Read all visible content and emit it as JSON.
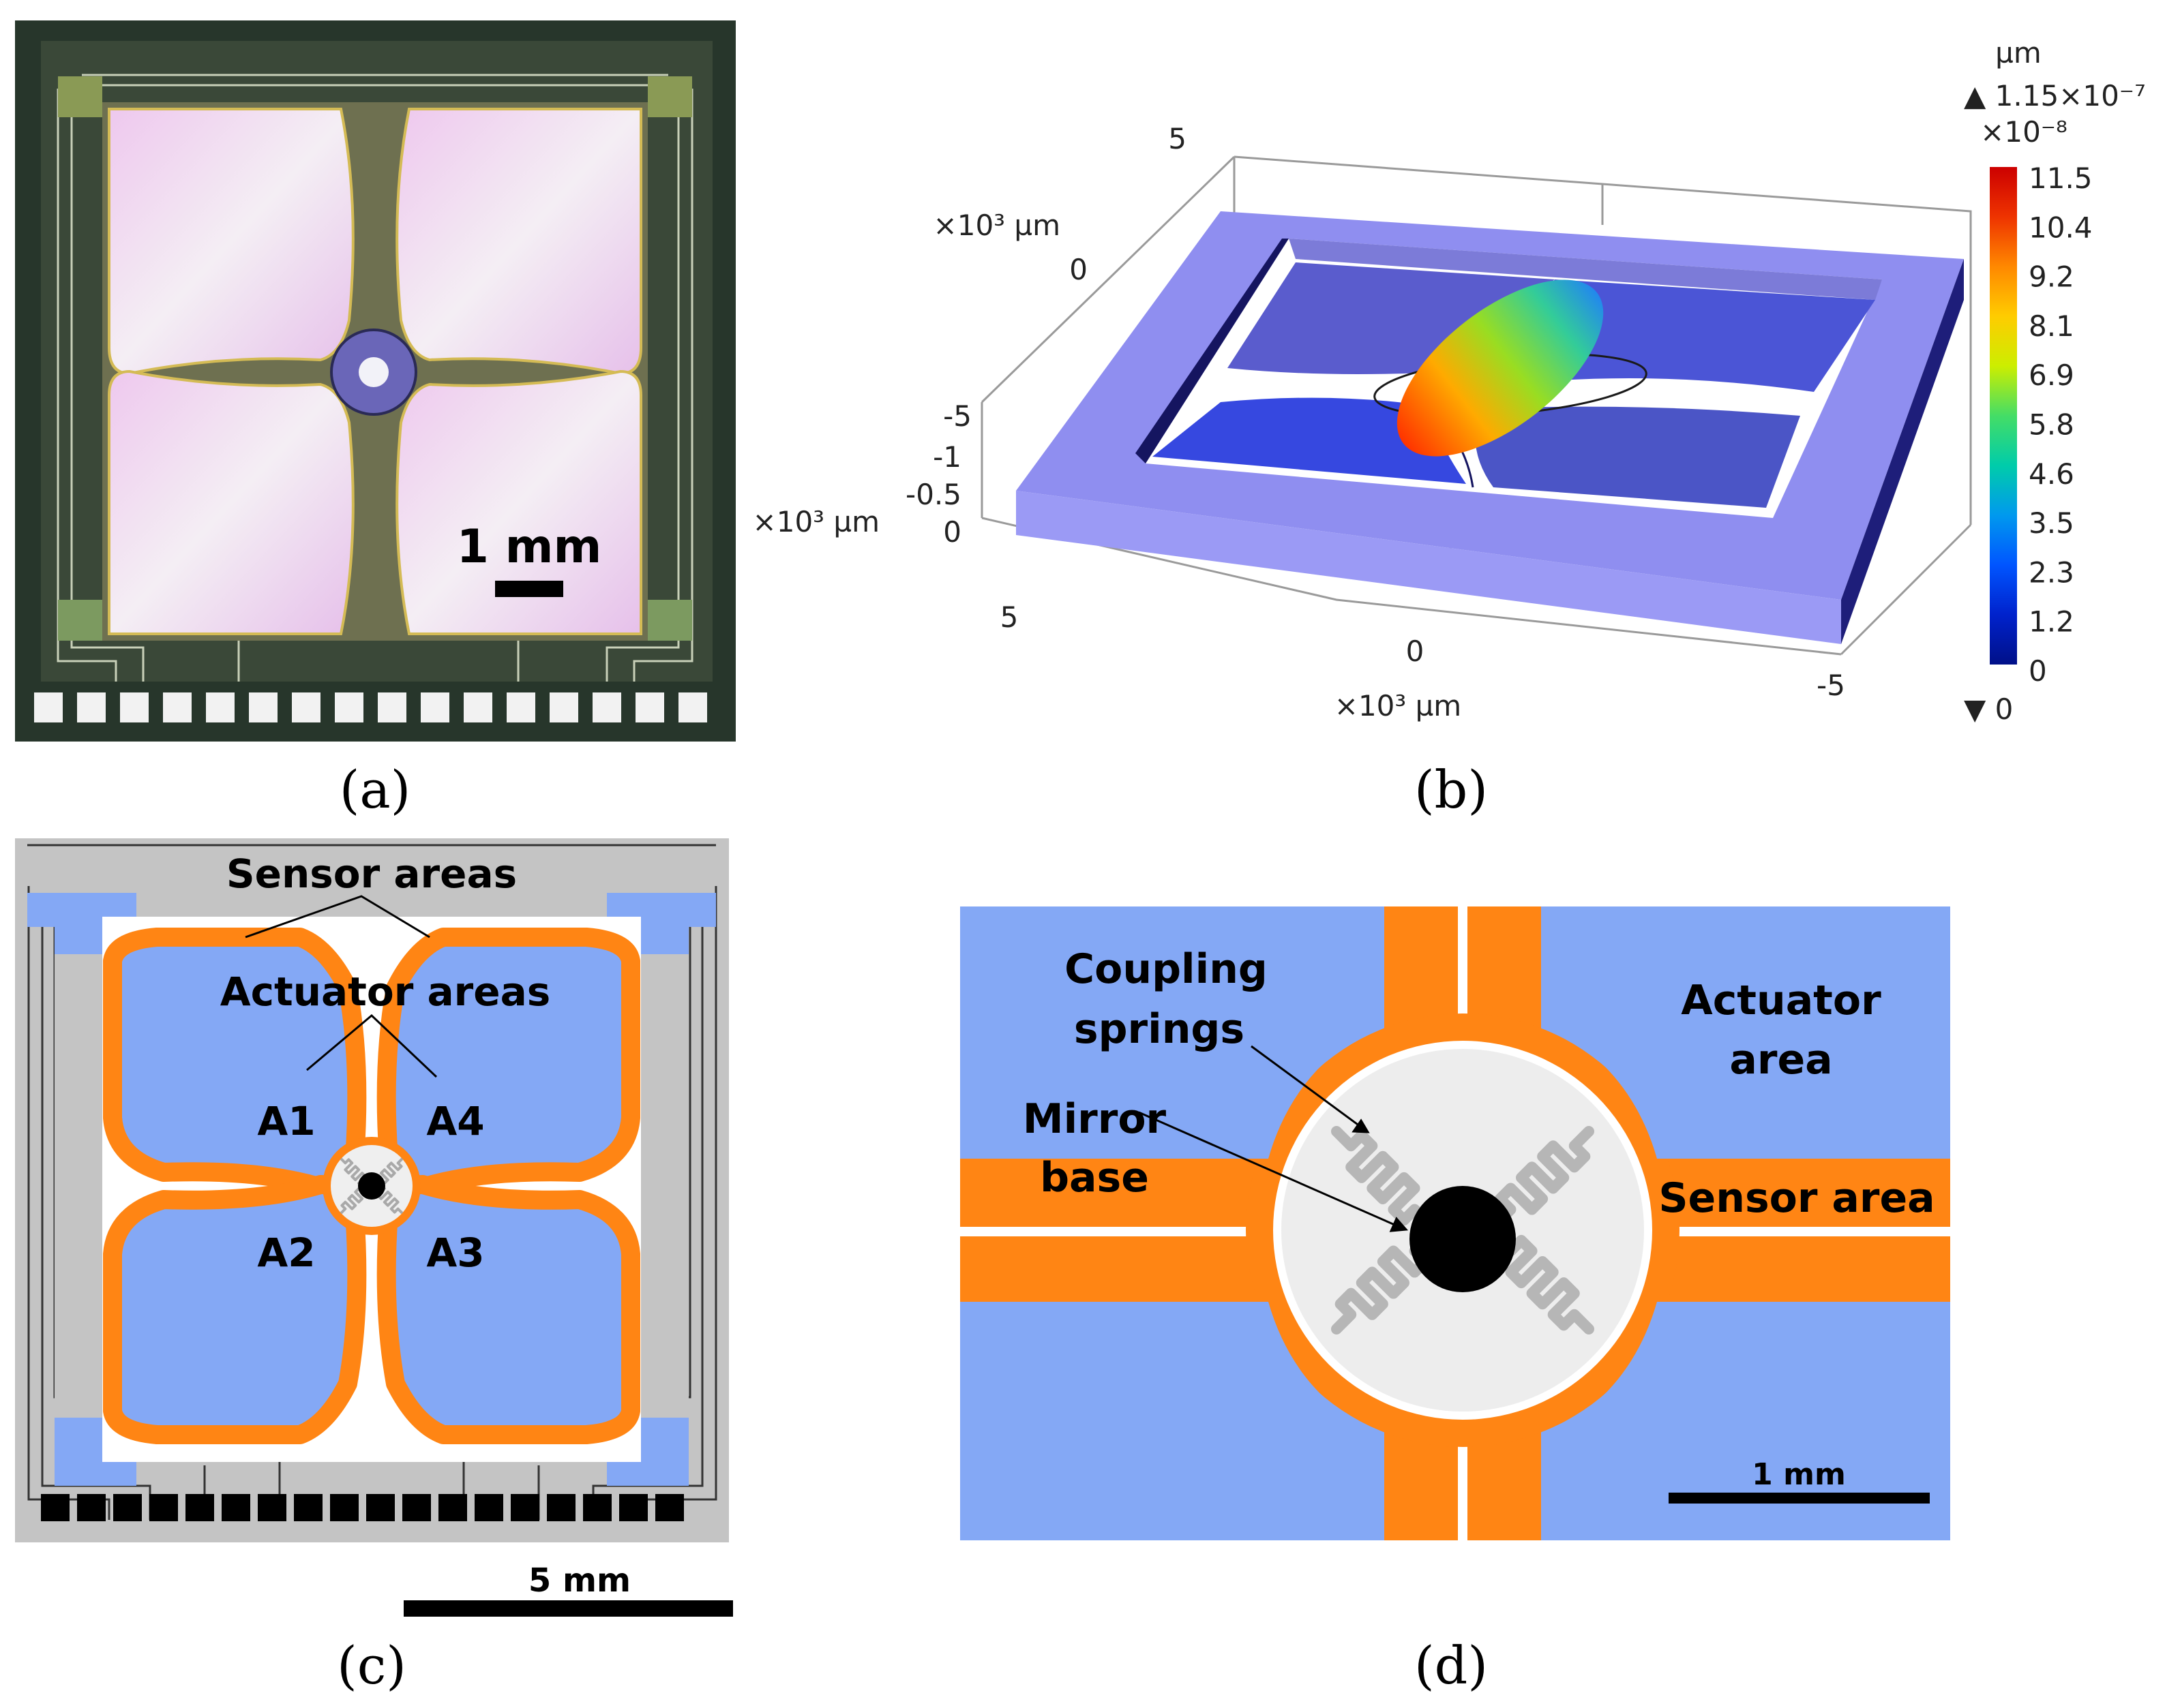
{
  "panel_a": {
    "caption": "(a)",
    "scale_bar_label": "1 mm"
  },
  "panel_b": {
    "caption": "(b)",
    "axis_unit_upper": "×10³ µm",
    "axis_unit_side": "×10³ µm",
    "axis_unit_bottom": "×10³ µm",
    "tick_top": "5",
    "tick_zero_upper": "0",
    "tick_neg5_upper": "-5",
    "z_ticks": [
      "-1",
      "-0.5",
      "0"
    ],
    "bottom_ticks": [
      "5",
      "0",
      "-5"
    ],
    "colorbar": {
      "unit": "µm",
      "max_marker": "▲ 1.15×10⁻⁷",
      "multiplier": "×10⁻⁸",
      "min_marker": "▼ 0",
      "ticks": [
        "11.5",
        "10.4",
        "9.2",
        "8.1",
        "6.9",
        "5.8",
        "4.6",
        "3.5",
        "2.3",
        "1.2",
        "0"
      ],
      "colors": [
        "#cc0000",
        "#ee3300",
        "#ff8800",
        "#ffcc00",
        "#ccee00",
        "#44dd66",
        "#00ccaa",
        "#0099ee",
        "#0055ff",
        "#0022cc",
        "#001088"
      ]
    }
  },
  "panel_c": {
    "caption": "(c)",
    "sensor_areas": "Sensor areas",
    "actuator_areas": "Actuator areas",
    "quadrants": [
      "A1",
      "A4",
      "A2",
      "A3"
    ],
    "scale_bar_label": "5 mm"
  },
  "panel_d": {
    "caption": "(d)",
    "coupling_springs_1": "Coupling",
    "coupling_springs_2": "springs",
    "mirror_base_1": "Mirror",
    "mirror_base_2": "base",
    "actuator_area_1": "Actuator",
    "actuator_area_2": "area",
    "sensor_area": "Sensor area",
    "scale_bar_label": "1 mm"
  },
  "colors": {
    "actuator_blue": "#84a8f5",
    "sensor_orange": "#ff8514",
    "frame_gray": "#c4c4c4",
    "chip_green": "#2a3a30",
    "membrane_pink": "#e8c8ec"
  }
}
